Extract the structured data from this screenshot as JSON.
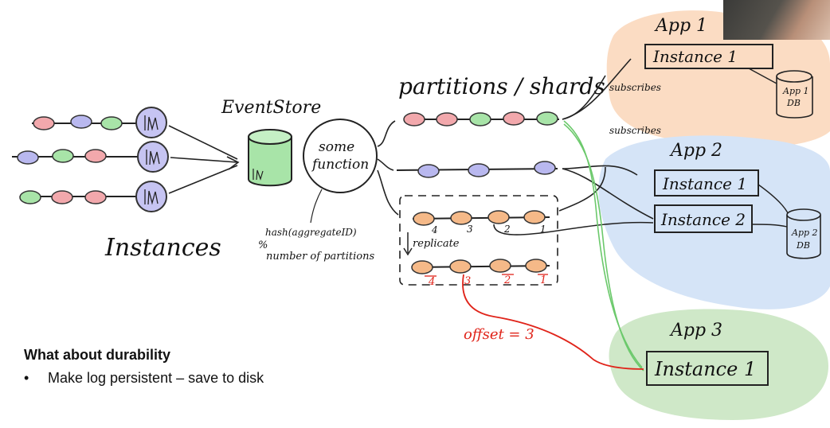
{
  "labels": {
    "instances": "Instances",
    "event_store": "EventStore",
    "function_line1": "some",
    "function_line2": "function",
    "hash_line1": "hash(aggregateID)",
    "hash_line2": "%",
    "hash_line3": "number of partitions",
    "partitions": "partitions / shards",
    "replicate": "replicate",
    "offset": "offset = 3",
    "subscribes_1": "subscribes",
    "subscribes_2": "subscribes",
    "offset_nums_top": [
      "4",
      "3",
      "2",
      "1"
    ],
    "offset_nums_bottom": [
      "4",
      "3",
      "2",
      "1"
    ]
  },
  "apps": {
    "app1": {
      "title": "App 1",
      "instance": "Instance 1",
      "db_line1": "App 1",
      "db_line2": "DB"
    },
    "app2": {
      "title": "App 2",
      "instance1": "Instance 1",
      "instance2": "Instance 2",
      "db_line1": "App 2",
      "db_line2": "DB"
    },
    "app3": {
      "title": "App 3",
      "instance": "Instance 1"
    }
  },
  "notes": {
    "title": "What about durability",
    "bullet": "Make log persistent – save to disk"
  },
  "colors": {
    "red_event": "#f2a8ac",
    "blue_event": "#b9b8ef",
    "green_event": "#a8e4a8",
    "orange_event": "#f5b988",
    "app1_bg": "#fbdcc3",
    "app2_bg": "#d5e4f7",
    "app3_bg": "#cfe8c8",
    "offset_red": "#e0241a"
  }
}
